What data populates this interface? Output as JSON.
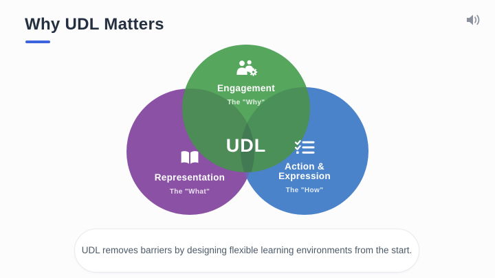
{
  "slide": {
    "title": "Why UDL Matters",
    "title_color": "#242f40",
    "accent_color": "#3d63dd",
    "background_color": "#fcfcfd",
    "speaker_icon_color": "#8b929e"
  },
  "venn": {
    "center_label": "UDL",
    "circles": [
      {
        "id": "engagement",
        "icon": "users-gear-icon",
        "label": "Engagement",
        "sublabel": "The \"Why\"",
        "color": "#57a65d"
      },
      {
        "id": "representation",
        "icon": "open-book-icon",
        "label": "Representation",
        "sublabel": "The \"What\"",
        "color": "#8a51a5"
      },
      {
        "id": "action_expression",
        "icon": "checklist-icon",
        "label": "Action & Expression",
        "sublabel": "The \"How\"",
        "color": "#4a83c9"
      }
    ]
  },
  "footer": {
    "text": "UDL removes barriers by designing flexible learning environments from the start."
  }
}
